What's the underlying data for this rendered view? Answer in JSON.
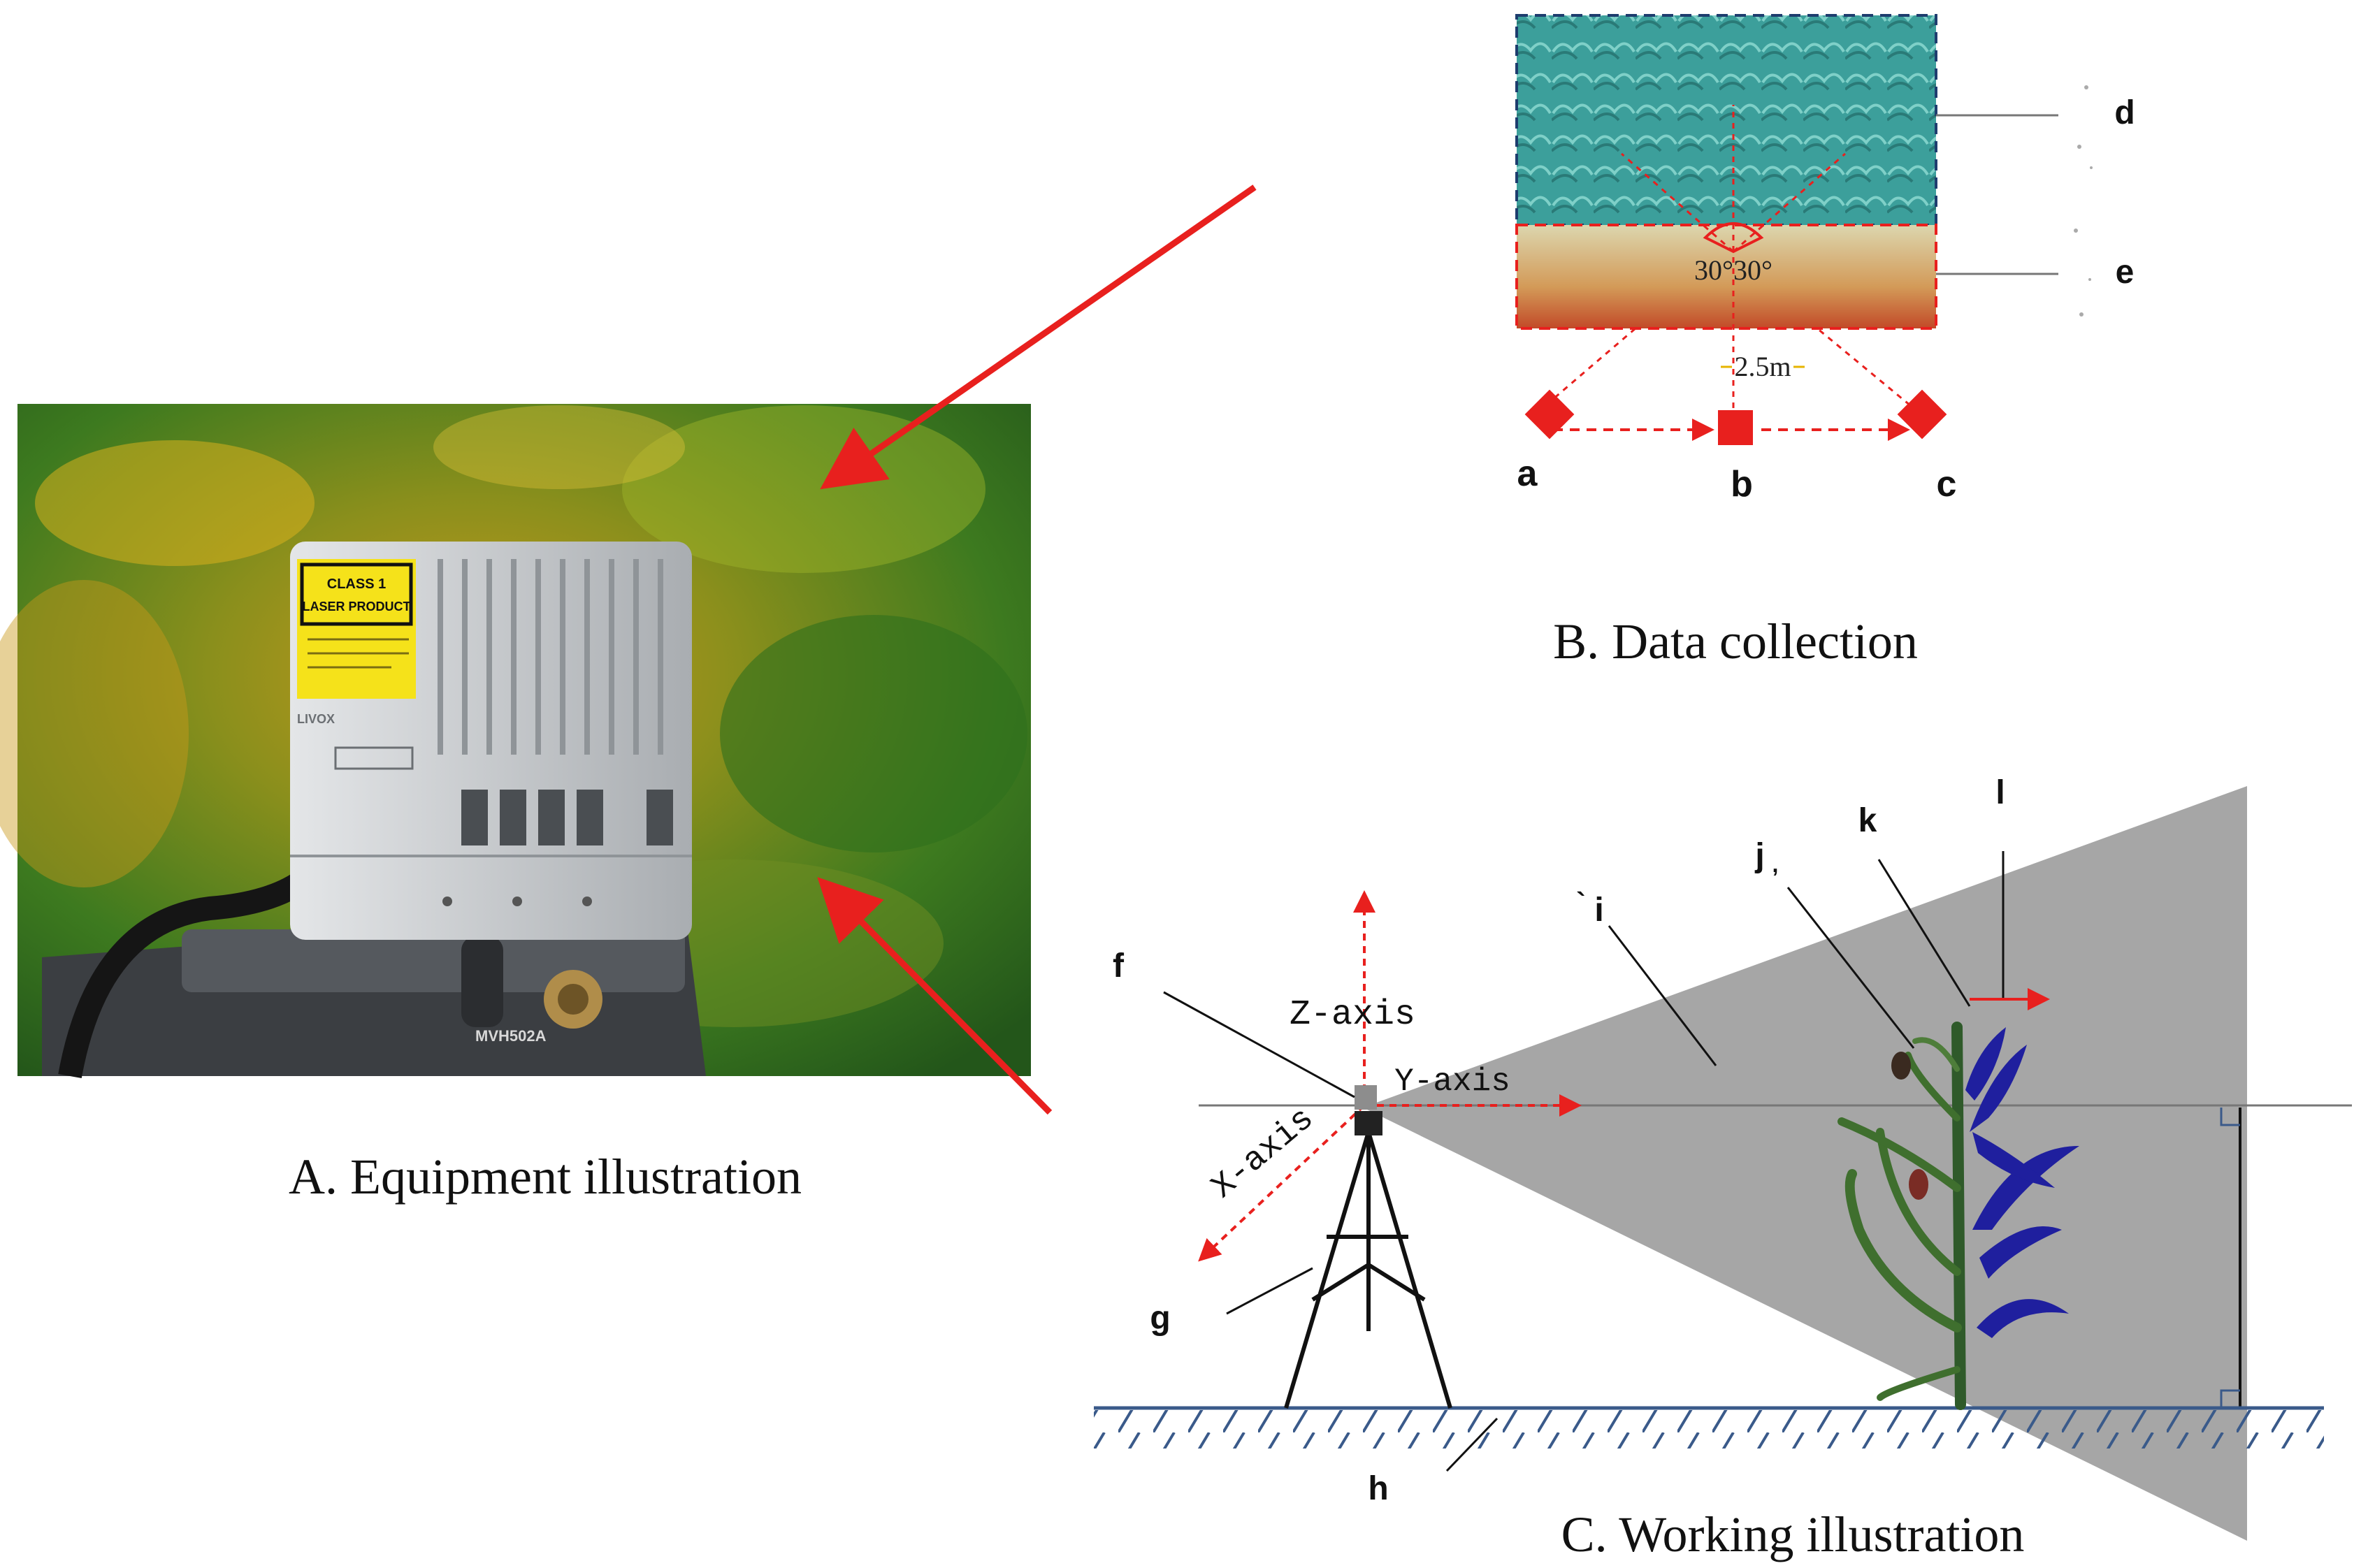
{
  "panels": {
    "a": {
      "caption": "A. Equipment illustration"
    },
    "b": {
      "caption": "B. Data collection"
    },
    "c": {
      "caption": "C. Working illustration"
    }
  },
  "device": {
    "warning_label_line1": "CLASS 1",
    "warning_label_line2": "LASER PRODUCT",
    "brand_lettering": "LIVOX",
    "mount_lettering": "MVH502A"
  },
  "data_collection": {
    "point_labels": [
      "a",
      "b",
      "c"
    ],
    "region_labels": {
      "upper": "d",
      "lower": "e"
    },
    "angle_label": "30°30°",
    "distance_label": "2.5m"
  },
  "working": {
    "axes": {
      "z": "Z-axis",
      "y": "Y-axis",
      "x": "X-axis"
    },
    "part_labels": {
      "f": "f",
      "g": "g",
      "h": "h",
      "i": "i",
      "j": "j",
      "k": "k",
      "l": "l"
    },
    "stray_marks": {
      "i_mark": "`",
      "j_mark": ","
    }
  },
  "colors": {
    "arrow_red": "#e8201e",
    "field_teal": "#3fa6a2",
    "field_lower_top": "#d9d0a4",
    "field_lower_bottom": "#c6522a",
    "scan_cone": "#a6a6a6",
    "plant_green": "#2f5a2a",
    "plant_blue": "#1f1f9e",
    "device_silver": "#c8cbce",
    "label_yellow": "#f5e21a"
  }
}
